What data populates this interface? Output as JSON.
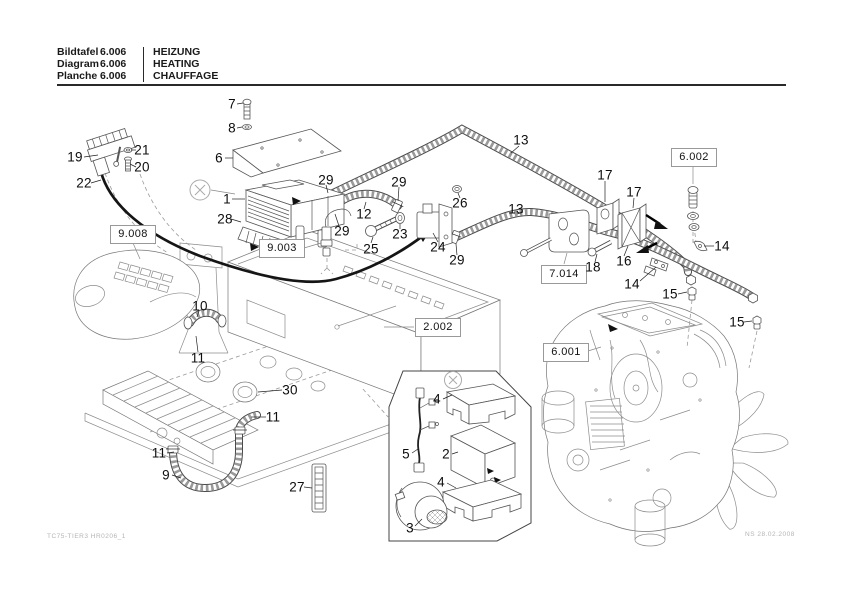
{
  "header": {
    "rows": [
      {
        "label": "Bildtafel",
        "number": "6.006"
      },
      {
        "label": "Diagram",
        "number": "6.006"
      },
      {
        "label": "Planche",
        "number": "6.006"
      }
    ],
    "titles": [
      "HEIZUNG",
      "HEATING",
      "CHAUFFAGE"
    ]
  },
  "footer": {
    "left": "TC75-TIER3  HR0206_1",
    "right": "NS 28.02.2008"
  },
  "ref_boxes": [
    {
      "label": "9.008"
    },
    {
      "label": "9.003"
    },
    {
      "label": "7.014"
    },
    {
      "label": "2.002"
    },
    {
      "label": "6.002"
    },
    {
      "label": "6.001"
    }
  ],
  "callouts": [
    {
      "n": "19"
    },
    {
      "n": "21"
    },
    {
      "n": "20"
    },
    {
      "n": "22"
    },
    {
      "n": "7"
    },
    {
      "n": "8"
    },
    {
      "n": "6"
    },
    {
      "n": "1"
    },
    {
      "n": "28"
    },
    {
      "n": "29"
    },
    {
      "n": "29"
    },
    {
      "n": "12"
    },
    {
      "n": "29"
    },
    {
      "n": "25"
    },
    {
      "n": "23"
    },
    {
      "n": "24"
    },
    {
      "n": "26"
    },
    {
      "n": "29"
    },
    {
      "n": "13"
    },
    {
      "n": "13"
    },
    {
      "n": "17"
    },
    {
      "n": "17"
    },
    {
      "n": "16"
    },
    {
      "n": "18"
    },
    {
      "n": "14"
    },
    {
      "n": "14"
    },
    {
      "n": "15"
    },
    {
      "n": "15"
    },
    {
      "n": "10"
    },
    {
      "n": "11"
    },
    {
      "n": "30"
    },
    {
      "n": "11"
    },
    {
      "n": "11"
    },
    {
      "n": "9"
    },
    {
      "n": "27"
    },
    {
      "n": "4"
    },
    {
      "n": "5"
    },
    {
      "n": "2"
    },
    {
      "n": "4"
    },
    {
      "n": "3"
    }
  ],
  "colors": {
    "line": "#555555",
    "frame_line": "#8c8c8c",
    "cable": "#151515",
    "box_border": "#999999",
    "muted_text": "#b4b4b4"
  }
}
